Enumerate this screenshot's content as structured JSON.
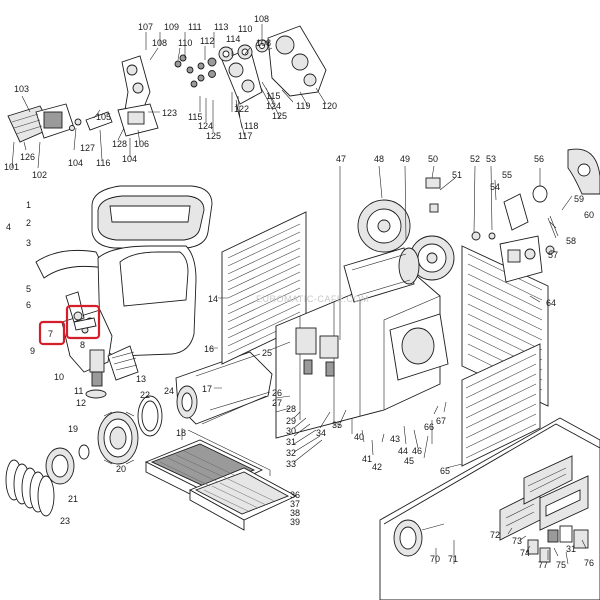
{
  "watermark": "EUROMATIC-CAFE.COM",
  "highlight_color": "#d21f2a",
  "callouts": [
    {
      "id": "c107",
      "text": "107"
    },
    {
      "id": "c109",
      "text": "109"
    },
    {
      "id": "c111",
      "text": "111"
    },
    {
      "id": "c113",
      "text": "113"
    },
    {
      "id": "c108a",
      "text": "108"
    },
    {
      "id": "c108b",
      "text": "108"
    },
    {
      "id": "c110a",
      "text": "110"
    },
    {
      "id": "c112",
      "text": "112"
    },
    {
      "id": "c114",
      "text": "114"
    },
    {
      "id": "c110b",
      "text": "110"
    },
    {
      "id": "c108c",
      "text": "108"
    },
    {
      "id": "c103",
      "text": "103"
    },
    {
      "id": "c123",
      "text": "123"
    },
    {
      "id": "c115a",
      "text": "115"
    },
    {
      "id": "c124a",
      "text": "124"
    },
    {
      "id": "c125a",
      "text": "125"
    },
    {
      "id": "c122",
      "text": "122"
    },
    {
      "id": "c118",
      "text": "118"
    },
    {
      "id": "c117",
      "text": "117"
    },
    {
      "id": "c115b",
      "text": "115"
    },
    {
      "id": "c124b",
      "text": "124"
    },
    {
      "id": "c125b",
      "text": "125"
    },
    {
      "id": "c119",
      "text": "119"
    },
    {
      "id": "c120",
      "text": "120"
    },
    {
      "id": "c105",
      "text": "105"
    },
    {
      "id": "c128",
      "text": "128"
    },
    {
      "id": "c106",
      "text": "106"
    },
    {
      "id": "c127",
      "text": "127"
    },
    {
      "id": "c104a",
      "text": "104"
    },
    {
      "id": "c104b",
      "text": "104"
    },
    {
      "id": "c116",
      "text": "116"
    },
    {
      "id": "c101",
      "text": "101"
    },
    {
      "id": "c126",
      "text": "126"
    },
    {
      "id": "c102",
      "text": "102"
    },
    {
      "id": "c47",
      "text": "47"
    },
    {
      "id": "c48",
      "text": "48"
    },
    {
      "id": "c49",
      "text": "49"
    },
    {
      "id": "c50",
      "text": "50"
    },
    {
      "id": "c51",
      "text": "51"
    },
    {
      "id": "c52",
      "text": "52"
    },
    {
      "id": "c53",
      "text": "53"
    },
    {
      "id": "c54",
      "text": "54"
    },
    {
      "id": "c55",
      "text": "55"
    },
    {
      "id": "c56",
      "text": "56"
    },
    {
      "id": "c59",
      "text": "59"
    },
    {
      "id": "c60",
      "text": "60"
    },
    {
      "id": "c58",
      "text": "58"
    },
    {
      "id": "c57",
      "text": "57"
    },
    {
      "id": "c1",
      "text": "1"
    },
    {
      "id": "c2",
      "text": "2"
    },
    {
      "id": "c3",
      "text": "3"
    },
    {
      "id": "c4",
      "text": "4"
    },
    {
      "id": "c5",
      "text": "5"
    },
    {
      "id": "c6",
      "text": "6"
    },
    {
      "id": "c7",
      "text": "7"
    },
    {
      "id": "c8",
      "text": "8"
    },
    {
      "id": "c9",
      "text": "9"
    },
    {
      "id": "c10",
      "text": "10"
    },
    {
      "id": "c11",
      "text": "11"
    },
    {
      "id": "c12",
      "text": "12"
    },
    {
      "id": "c13",
      "text": "13"
    },
    {
      "id": "c14",
      "text": "14"
    },
    {
      "id": "c16",
      "text": "16"
    },
    {
      "id": "c17",
      "text": "17"
    },
    {
      "id": "c18",
      "text": "18"
    },
    {
      "id": "c19",
      "text": "19"
    },
    {
      "id": "c20",
      "text": "20"
    },
    {
      "id": "c21",
      "text": "21"
    },
    {
      "id": "c22",
      "text": "22"
    },
    {
      "id": "c23",
      "text": "23"
    },
    {
      "id": "c24",
      "text": "24"
    },
    {
      "id": "c25",
      "text": "25"
    },
    {
      "id": "c26",
      "text": "26"
    },
    {
      "id": "c27",
      "text": "27"
    },
    {
      "id": "c28",
      "text": "28"
    },
    {
      "id": "c29",
      "text": "29"
    },
    {
      "id": "c30",
      "text": "30"
    },
    {
      "id": "c31a",
      "text": "31"
    },
    {
      "id": "c32",
      "text": "32"
    },
    {
      "id": "c33",
      "text": "33"
    },
    {
      "id": "c34",
      "text": "34"
    },
    {
      "id": "c35",
      "text": "35"
    },
    {
      "id": "c36",
      "text": "36"
    },
    {
      "id": "c37",
      "text": "37"
    },
    {
      "id": "c38",
      "text": "38"
    },
    {
      "id": "c39",
      "text": "39"
    },
    {
      "id": "c40",
      "text": "40"
    },
    {
      "id": "c41",
      "text": "41"
    },
    {
      "id": "c42",
      "text": "42"
    },
    {
      "id": "c43",
      "text": "43"
    },
    {
      "id": "c44",
      "text": "44"
    },
    {
      "id": "c45",
      "text": "45"
    },
    {
      "id": "c46",
      "text": "46"
    },
    {
      "id": "c64",
      "text": "64"
    },
    {
      "id": "c65",
      "text": "65"
    },
    {
      "id": "c66",
      "text": "66"
    },
    {
      "id": "c67",
      "text": "67"
    },
    {
      "id": "c70",
      "text": "70"
    },
    {
      "id": "c71",
      "text": "71"
    },
    {
      "id": "c72",
      "text": "72"
    },
    {
      "id": "c73",
      "text": "73"
    },
    {
      "id": "c74",
      "text": "74"
    },
    {
      "id": "c75",
      "text": "75"
    },
    {
      "id": "c76",
      "text": "76"
    },
    {
      "id": "c77",
      "text": "77"
    },
    {
      "id": "c31b",
      "text": "31"
    }
  ]
}
